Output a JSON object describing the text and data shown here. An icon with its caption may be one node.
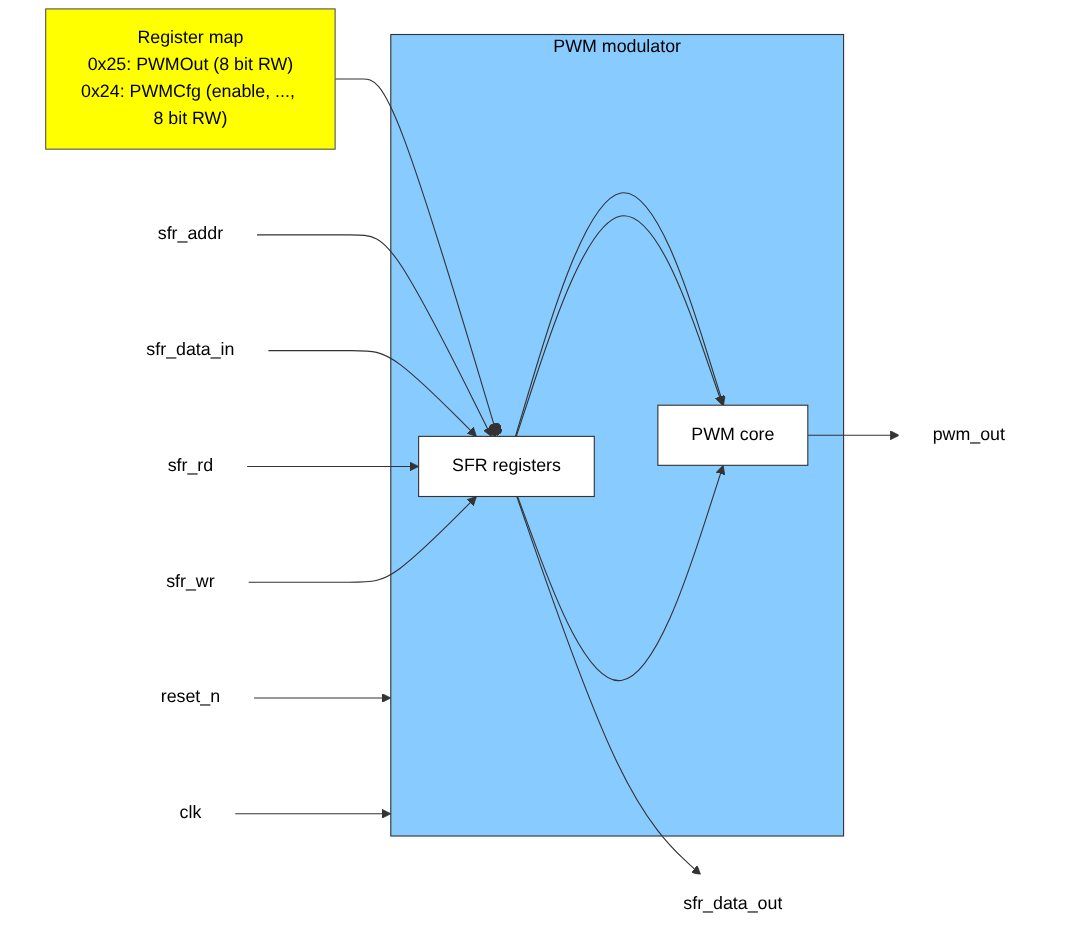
{
  "diagram": {
    "nodes": [
      {
        "text": [
          "Register map",
          "0x25: PWMOut (8 bit RW)",
          "0x24: PWMCfg (enable, ..., 8 bit RW)"
        ]
      },
      {
        "text": [
          "PWM modulator"
        ]
      },
      {
        "text": [
          "SFR registers"
        ],
        "in": 1
      },
      {
        "text": [
          "PWM core"
        ],
        "in": 1
      },
      {
        "text": [
          "sfr_addr"
        ]
      },
      {
        "text": [
          "sfr_data_in"
        ]
      },
      {
        "text": [
          "sfr_rd"
        ]
      },
      {
        "text": [
          "sfr_wr"
        ]
      },
      {
        "text": [
          "reset_n"
        ]
      },
      {
        "text": [
          "clk"
        ]
      },
      {
        "text": [
          "sfr_data_out"
        ]
      },
      {
        "text": [
          "pwm_out"
        ]
      }
    ],
    "edges": [
      {
        "from": 0,
        "to": 2,
        "arrow": "other"
      },
      {
        "from": 4,
        "to": 2,
        "arrow": "to"
      },
      {
        "from": 5,
        "to": 2,
        "arrow": "to"
      },
      {
        "from": 6,
        "to": 2,
        "arrow": "to"
      },
      {
        "from": 7,
        "to": 2,
        "arrow": "to"
      },
      {
        "from": 8,
        "to": 1,
        "arrow": "to"
      },
      {
        "from": 9,
        "to": 1,
        "arrow": "to"
      },
      {
        "from": 2,
        "to": 10,
        "arrow": "to"
      },
      {
        "from": 2,
        "to": 3,
        "arrow": "to"
      },
      {
        "from": 2,
        "to": 3,
        "arrow": "to"
      },
      {
        "from": 2,
        "to": 3,
        "arrow": "to"
      },
      {
        "from": 3,
        "to": 11,
        "arrow": "to"
      }
    ]
  }
}
